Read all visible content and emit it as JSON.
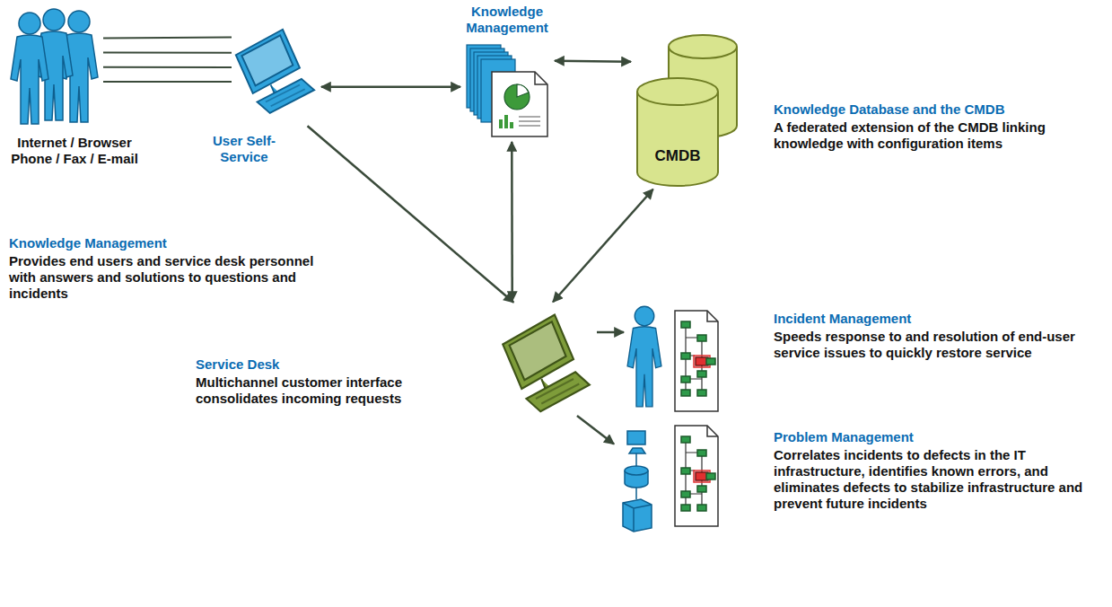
{
  "diagram": {
    "nodes": [
      {
        "text": [
          "Internet / Browser Phone / Fax / E-mail"
        ]
      },
      {
        "text": [
          "User Self-Service"
        ]
      },
      {
        "text": [
          "Knowledge Management"
        ]
      },
      {
        "text": [
          "CMDB",
          "Knowledge Database and the CMDB",
          "A federated extension of the CMDB linking knowledge with configuration items"
        ]
      },
      {
        "text": [
          "Service Desk",
          "Multichannel customer interface consolidates incoming requests"
        ]
      },
      {
        "text": [
          "Incident Management",
          "Speeds response to and resolution of end-user service issues to quickly restore service"
        ]
      },
      {
        "text": [
          "Problem Management",
          "Correlates incidents to defects in the IT infrastructure, identifies known errors, and eliminates defects to stabilize infrastructure and prevent future incidents"
        ]
      }
    ],
    "edges": [
      {
        "from": 0,
        "to": 1,
        "arrow": "none"
      },
      {
        "from": 1,
        "to": 2,
        "arrow": "both"
      },
      {
        "from": 2,
        "to": 3,
        "arrow": "both"
      },
      {
        "from": 1,
        "to": 4,
        "arrow": "to"
      },
      {
        "from": 2,
        "to": 4,
        "arrow": "both"
      },
      {
        "from": 3,
        "to": 4,
        "arrow": "both"
      },
      {
        "from": 4,
        "to": 5,
        "arrow": "to"
      },
      {
        "from": 4,
        "to": 6,
        "arrow": "to"
      }
    ],
    "labels": [
      "Knowledge Management",
      "Provides end users and service desk personnel with answers and solutions to questions and incidents"
    ]
  }
}
